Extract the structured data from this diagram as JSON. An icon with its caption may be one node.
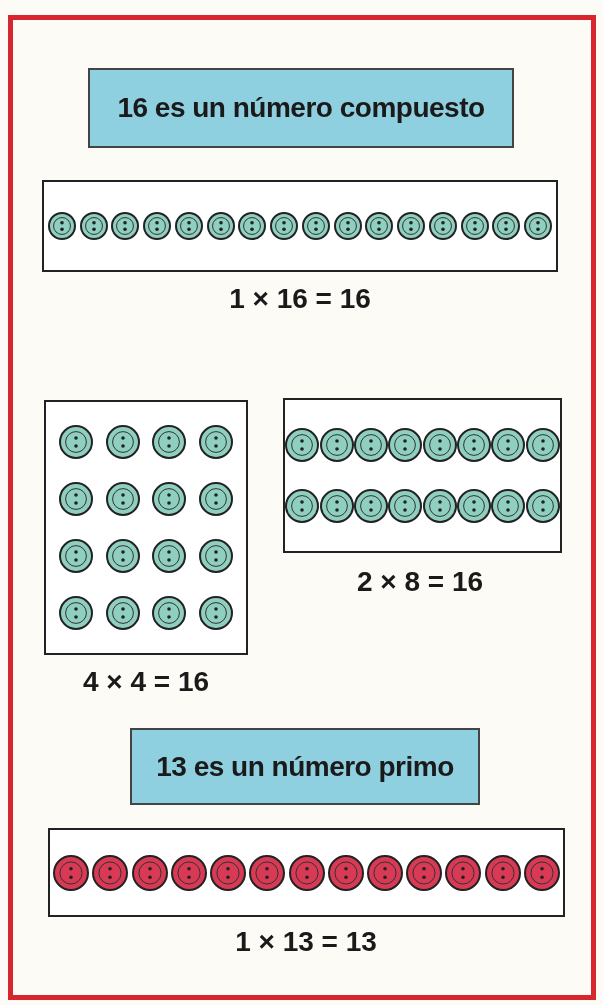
{
  "diagram": {
    "nodes": [
      {
        "text": [
          "16 es un número compuesto"
        ]
      },
      {
        "text": [],
        "shape": "box",
        "beside": [
          "1 × 16 = 16"
        ]
      },
      {
        "text": [],
        "shape": "box",
        "beside": [
          "4 × 4 = 16"
        ]
      },
      {
        "text": [],
        "shape": "box",
        "beside": [
          "2 × 8 = 16"
        ]
      },
      {
        "text": [
          "13 es un número primo"
        ]
      },
      {
        "text": [],
        "shape": "box",
        "beside": [
          "1 × 13 = 13"
        ]
      }
    ],
    "edges": []
  }
}
